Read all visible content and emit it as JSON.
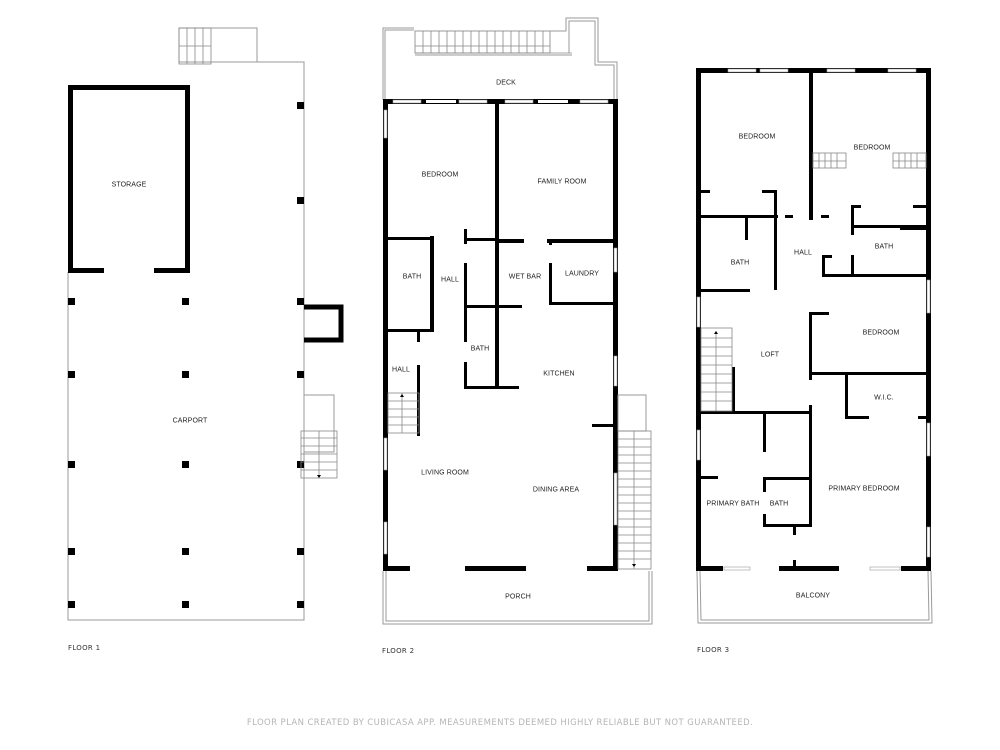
{
  "floors": [
    {
      "label": "FLOOR 1",
      "rooms": [
        {
          "name": "STORAGE"
        },
        {
          "name": "CARPORT"
        }
      ]
    },
    {
      "label": "FLOOR 2",
      "rooms": [
        {
          "name": "DECK"
        },
        {
          "name": "BEDROOM"
        },
        {
          "name": "FAMILY ROOM"
        },
        {
          "name": "BATH"
        },
        {
          "name": "HALL"
        },
        {
          "name": "WET BAR"
        },
        {
          "name": "LAUNDRY"
        },
        {
          "name": "BATH"
        },
        {
          "name": "HALL"
        },
        {
          "name": "KITCHEN"
        },
        {
          "name": "LIVING ROOM"
        },
        {
          "name": "DINING AREA"
        },
        {
          "name": "PORCH"
        }
      ]
    },
    {
      "label": "FLOOR 3",
      "rooms": [
        {
          "name": "BEDROOM"
        },
        {
          "name": "BEDROOM"
        },
        {
          "name": "HALL"
        },
        {
          "name": "BATH"
        },
        {
          "name": "BATH"
        },
        {
          "name": "LOFT"
        },
        {
          "name": "BEDROOM"
        },
        {
          "name": "W.I.C."
        },
        {
          "name": "PRIMARY BATH"
        },
        {
          "name": "BATH"
        },
        {
          "name": "PRIMARY BEDROOM"
        },
        {
          "name": "BALCONY"
        }
      ]
    }
  ],
  "footer": "FLOOR PLAN CREATED BY CUBICASA APP. MEASUREMENTS DEEMED HIGHLY RELIABLE BUT NOT GUARANTEED.",
  "colors": {
    "wall": "#000000",
    "outline": "#9a9a9a",
    "footer_text": "#b5b5b5"
  }
}
